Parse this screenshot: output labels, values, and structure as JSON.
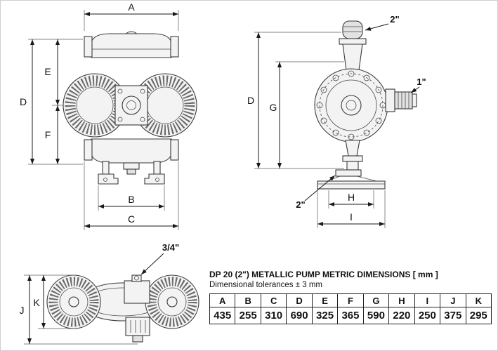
{
  "front_view": {
    "dim_a": "A",
    "dim_e": "E",
    "dim_d": "D",
    "dim_f": "F",
    "dim_b": "B",
    "dim_c": "C"
  },
  "side_view": {
    "dim_d": "D",
    "dim_g": "G",
    "dim_h": "H",
    "dim_i": "I",
    "port_top": "2\"",
    "port_side": "1\"",
    "port_bottom": "2\""
  },
  "top_view": {
    "dim_j": "J",
    "dim_k": "K",
    "port_air": "3/4\""
  },
  "table": {
    "title": "DP 20 (2\") METALLIC PUMP METRIC DIMENSIONS [ mm ]",
    "tolerance_note": "Dimensional tolerances ± 3 mm",
    "headers": [
      "A",
      "B",
      "C",
      "D",
      "E",
      "F",
      "G",
      "H",
      "I",
      "J",
      "K"
    ],
    "values": [
      "435",
      "255",
      "310",
      "690",
      "325",
      "365",
      "590",
      "220",
      "250",
      "375",
      "295"
    ]
  }
}
